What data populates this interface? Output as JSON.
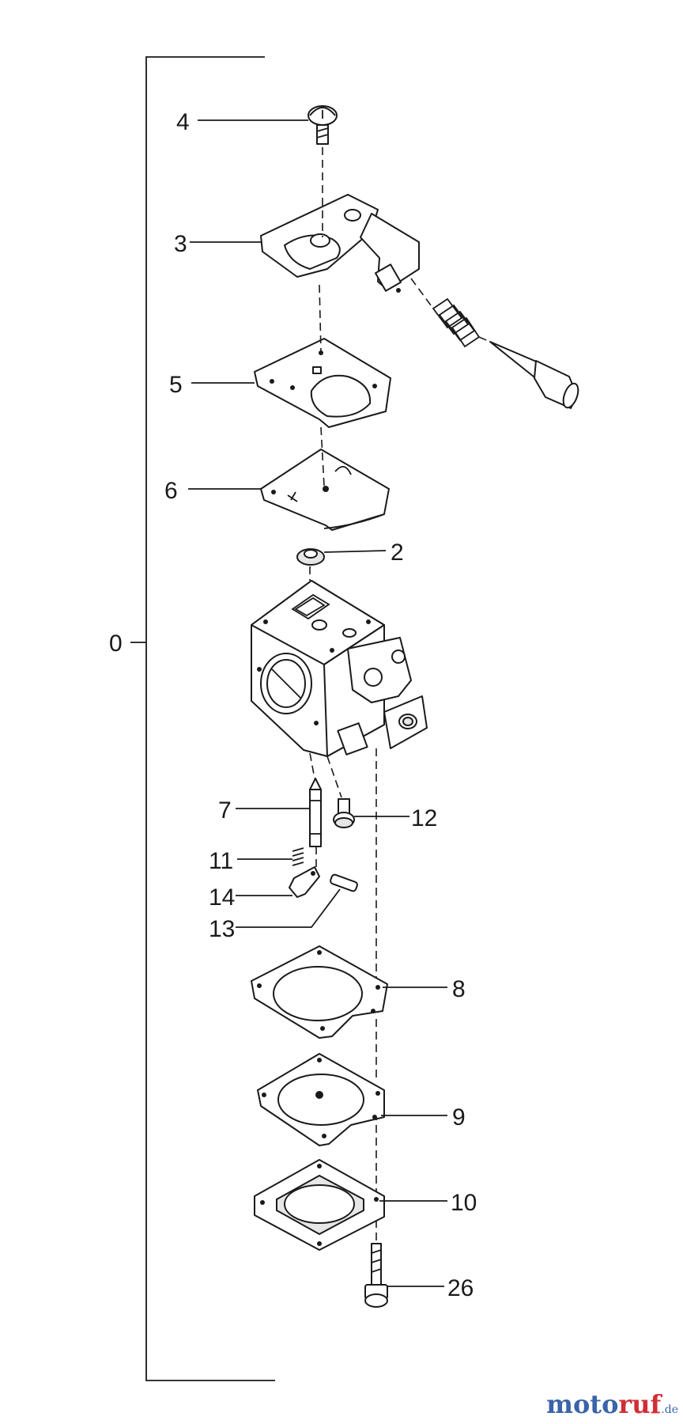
{
  "diagram": {
    "assembly_label": "0",
    "callouts": [
      {
        "id": "4",
        "text": "4"
      },
      {
        "id": "3",
        "text": "3"
      },
      {
        "id": "5",
        "text": "5"
      },
      {
        "id": "6",
        "text": "6"
      },
      {
        "id": "2",
        "text": "2"
      },
      {
        "id": "7",
        "text": "7"
      },
      {
        "id": "12",
        "text": "12"
      },
      {
        "id": "11",
        "text": "11"
      },
      {
        "id": "14",
        "text": "14"
      },
      {
        "id": "13",
        "text": "13"
      },
      {
        "id": "8",
        "text": "8"
      },
      {
        "id": "9",
        "text": "9"
      },
      {
        "id": "10",
        "text": "10"
      },
      {
        "id": "26",
        "text": "26"
      }
    ]
  },
  "watermark": {
    "part1": "moto",
    "part2": "ruf",
    "part3": ".de",
    "color_blue": "#3a63a8",
    "color_red": "#d02e36"
  }
}
